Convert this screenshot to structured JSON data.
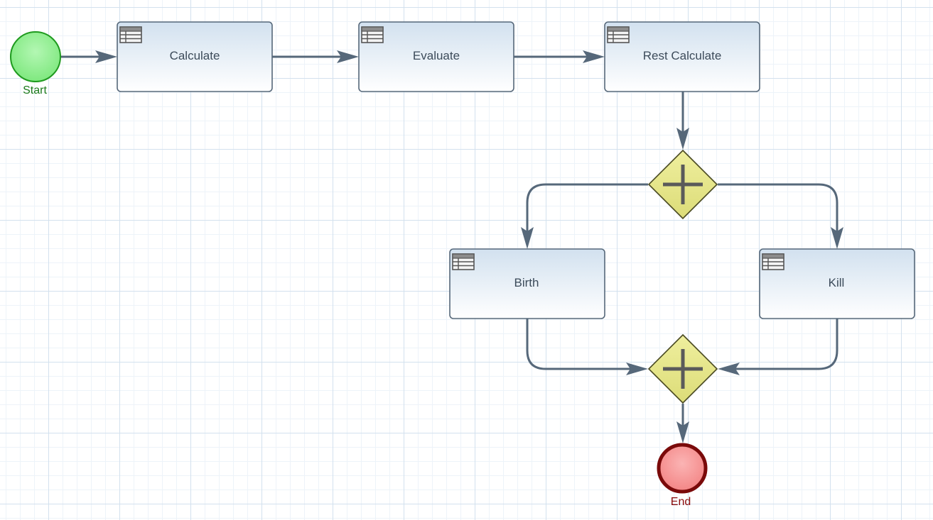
{
  "diagram": {
    "tasks": {
      "calculate": "Calculate",
      "evaluate": "Evaluate",
      "rest_calculate": "Rest Calculate",
      "birth": "Birth",
      "kill": "Kill"
    },
    "events": {
      "start": "Start",
      "end": "End"
    },
    "icons": {
      "task_icon": "table-icon",
      "gateway_icon": "plus-icon"
    },
    "colors": {
      "start_fill": "#8ff08f",
      "start_stroke": "#1f9a1f",
      "start_text": "#1b7a1b",
      "end_fill": "#f79a9a",
      "end_stroke": "#7a0a0a",
      "end_text": "#8a0a0a",
      "gateway_fill": "#e6e68a",
      "gateway_stroke": "#5a5a2a",
      "task_top": "#d2e1ef",
      "task_bottom": "#ffffff",
      "task_stroke": "#56687a",
      "edge": "#56687a"
    }
  }
}
